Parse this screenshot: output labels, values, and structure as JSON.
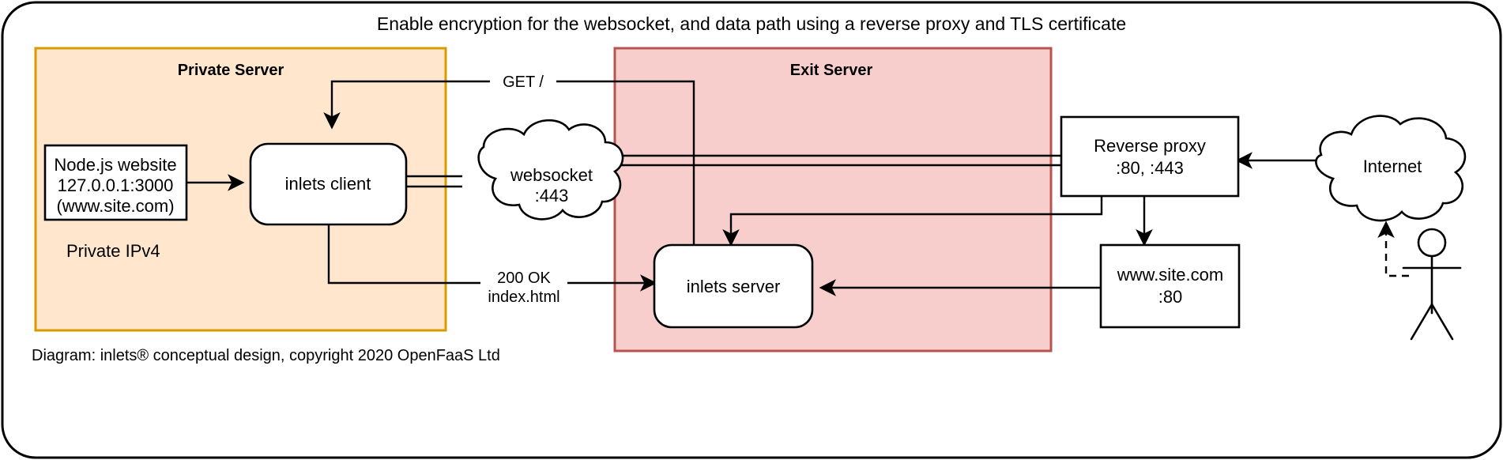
{
  "header": {
    "title": "Enable encryption for the websocket, and data path using a reverse proxy and TLS certificate"
  },
  "footer": {
    "note": "Diagram: inlets® conceptual design, copyright 2020 OpenFaaS Ltd"
  },
  "colors": {
    "private_zone_fill": "#FFE6CC",
    "private_zone_stroke": "#D79B00",
    "exit_zone_fill": "#F8CECC",
    "exit_zone_stroke": "#B85450",
    "node_fill": "#FFFFFF",
    "node_stroke": "#000000",
    "canvas": "#FFFFFF"
  },
  "zones": [
    {
      "id": "private-server",
      "title": "Private Server",
      "free_label": "Private IPv4"
    },
    {
      "id": "exit-server",
      "title": "Exit Server"
    }
  ],
  "nodes": {
    "nodejs_website": {
      "lines": [
        "Node.js website",
        "127.0.0.1:3000",
        "(www.site.com)"
      ],
      "shape": "rect"
    },
    "inlets_client": {
      "lines": [
        "inlets client"
      ],
      "shape": "rounded-rect"
    },
    "websocket_cloud": {
      "lines": [
        "websocket",
        ":443"
      ],
      "shape": "cloud"
    },
    "reverse_proxy": {
      "lines": [
        "Reverse proxy",
        ":80, :443"
      ],
      "shape": "rect"
    },
    "internet_cloud": {
      "lines": [
        "Internet"
      ],
      "shape": "cloud"
    },
    "inlets_server": {
      "lines": [
        "inlets server"
      ],
      "shape": "rounded-rect"
    },
    "site_origin": {
      "lines": [
        "www.site.com",
        ":80"
      ],
      "shape": "rect"
    },
    "user_actor": {
      "lines": [],
      "shape": "stick-figure"
    }
  },
  "edges": [
    {
      "id": "get-request",
      "label": "GET /",
      "from": "exit-server",
      "to": "inlets_client"
    },
    {
      "id": "response",
      "label_lines": [
        "200 OK",
        "index.html"
      ],
      "from": "inlets_client",
      "to": "inlets_server"
    },
    {
      "id": "website-to-client",
      "label": "",
      "from": "nodejs_website",
      "to": "inlets_client"
    },
    {
      "id": "client-tunnel",
      "label": "",
      "from": "inlets_client",
      "to": "websocket_cloud"
    },
    {
      "id": "tunnel-to-proxy",
      "label": "",
      "from": "websocket_cloud",
      "to": "reverse_proxy"
    },
    {
      "id": "internet-to-proxy",
      "label": "",
      "from": "internet_cloud",
      "to": "reverse_proxy"
    },
    {
      "id": "proxy-to-inlets-server",
      "label": "",
      "from": "reverse_proxy",
      "to": "inlets_server"
    },
    {
      "id": "proxy-to-site",
      "label": "",
      "from": "reverse_proxy",
      "to": "site_origin"
    },
    {
      "id": "site-to-inlets-server",
      "label": "",
      "from": "site_origin",
      "to": "inlets_server"
    },
    {
      "id": "user-to-internet",
      "label": "",
      "from": "user_actor",
      "to": "internet_cloud",
      "style": "dashed"
    }
  ]
}
